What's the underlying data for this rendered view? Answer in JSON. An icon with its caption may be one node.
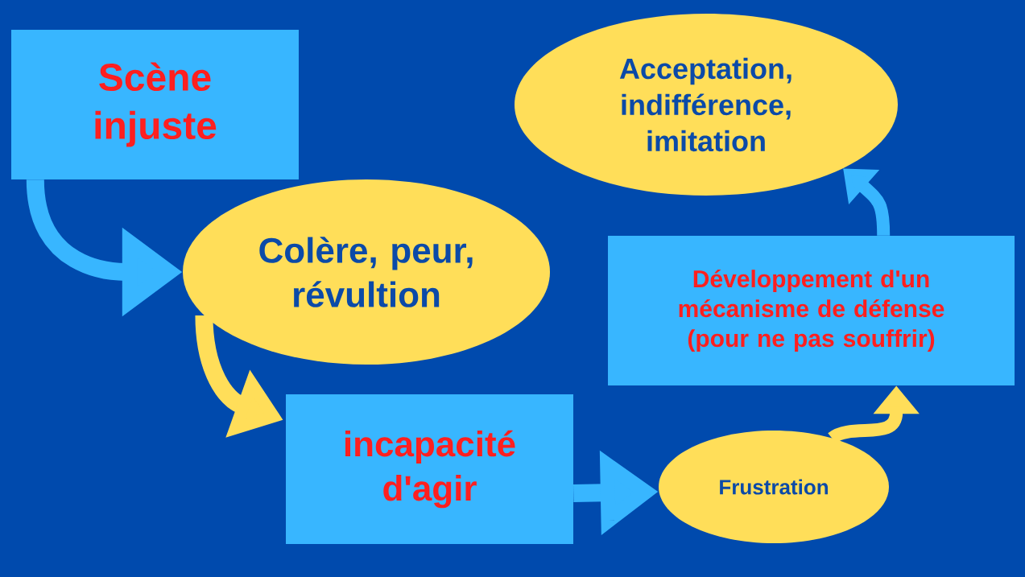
{
  "diagram": {
    "nodes": [
      {
        "text": [
          "Scène injuste"
        ]
      },
      {
        "text": [
          "Colère, peur, révultion"
        ]
      },
      {
        "text": [
          "incapacité d'agir"
        ]
      },
      {
        "text": [
          "Frustration"
        ]
      },
      {
        "text": [
          "Développement d'un mécanisme de défense (pour ne pas souffrir)"
        ]
      },
      {
        "text": [
          "Acceptation, indifférence, imitation"
        ]
      }
    ],
    "edges": [
      {
        "from": 0,
        "to": 1,
        "arrow": "to"
      },
      {
        "from": 1,
        "to": 2,
        "arrow": "to",
        "color": "#ffde59"
      },
      {
        "from": 2,
        "to": 3,
        "arrow": "to"
      },
      {
        "from": 3,
        "to": 4,
        "arrow": "to",
        "color": "#ffde59"
      },
      {
        "from": 4,
        "to": 5,
        "arrow": "to"
      }
    ]
  }
}
